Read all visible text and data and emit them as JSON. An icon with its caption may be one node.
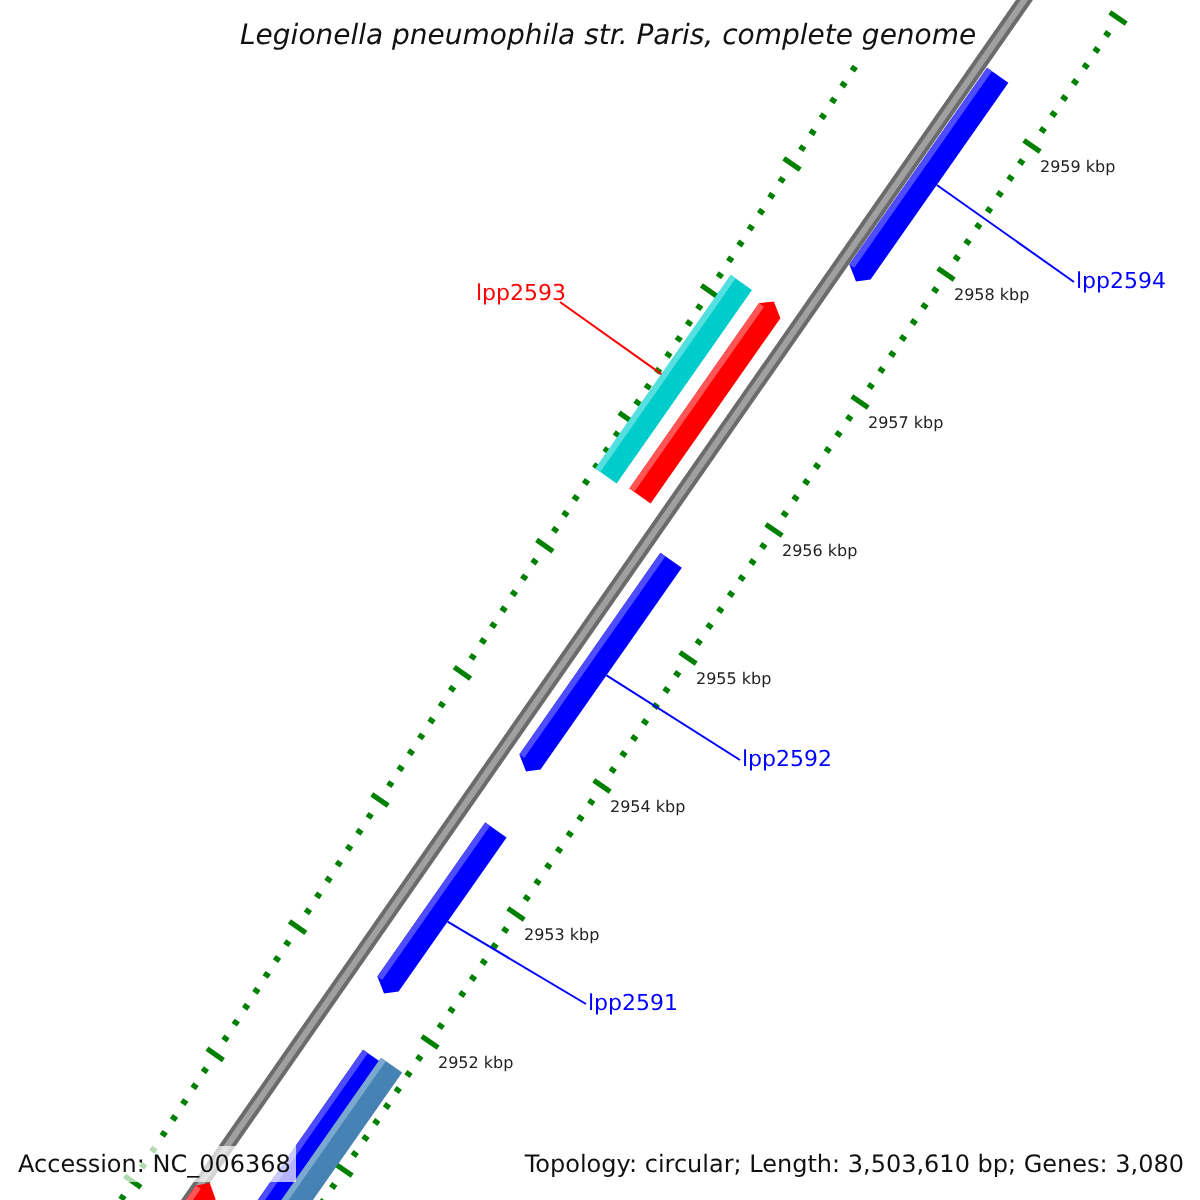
{
  "diagram": {
    "title": "Legionella pneumophila str. Paris, complete genome",
    "nodes": [
      {
        "text": [
          "lpp2594"
        ]
      },
      {
        "text": [],
        "shape": "bar"
      },
      {
        "text": [
          "lpp2593"
        ]
      },
      {
        "text": [],
        "shape": "bar"
      },
      {
        "text": [
          "lpp2592"
        ]
      },
      {
        "text": [],
        "shape": "bar"
      },
      {
        "text": [
          "lpp2591"
        ]
      },
      {
        "text": [],
        "shape": "bar"
      },
      {
        "text": [],
        "shape": "bar"
      },
      {
        "text": [],
        "shape": "bar"
      },
      {
        "text": [],
        "shape": "bar"
      }
    ],
    "edges": [
      {
        "from": 0,
        "to": 1,
        "arrow": "none"
      },
      {
        "from": 2,
        "to": 3,
        "arrow": "none",
        "color": "#ff0000"
      },
      {
        "from": 4,
        "to": 5,
        "arrow": "none"
      },
      {
        "from": 6,
        "to": 7,
        "arrow": "none"
      }
    ],
    "labels": [
      "2959 kbp",
      "2958 kbp",
      "2957 kbp",
      "2956 kbp",
      "2955 kbp",
      "2954 kbp",
      "2953 kbp",
      "2952 kbp",
      "Accession: NC_006368",
      "Topology: circular; Length: 3,503,610 bp; Genes: 3,080"
    ]
  }
}
